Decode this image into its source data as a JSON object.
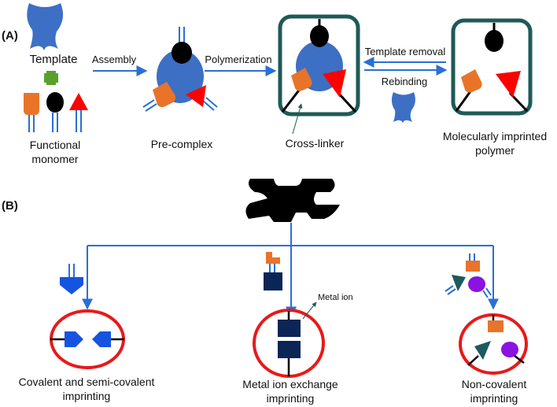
{
  "panel_a": {
    "label": "(A)",
    "template_label": "Template",
    "functional_monomer": [
      "Functional",
      "monomer"
    ],
    "assembly": "Assembly",
    "polymerization": "Polymerization",
    "pre_complex": "Pre-complex",
    "cross_linker": "Cross-linker",
    "template_removal": "Template removal",
    "rebinding": "Rebinding",
    "mip": [
      "Molecularly imprinted",
      "polymer"
    ]
  },
  "panel_b": {
    "label": "(B)",
    "metal_ion": "Metal ion",
    "covalent": [
      "Covalent and semi-covalent",
      "imprinting"
    ],
    "metal_exchange": [
      "Metal ion exchange",
      "imprinting"
    ],
    "non_covalent": [
      "Non-covalent",
      "imprinting"
    ]
  },
  "colors": {
    "template_blue": "#3d6fc4",
    "orange": "#e8742a",
    "red": "#ff0000",
    "black": "#000000",
    "green_plus": "#5aa02c",
    "teal_frame": "#1e5a56",
    "arrow_blue": "#2a6fd6",
    "navy": "#0b2556",
    "ellipse_red": "#e8191a",
    "purple": "#8a13e0",
    "dark_teal": "#1b5a5e",
    "bright_blue": "#1554e0"
  }
}
